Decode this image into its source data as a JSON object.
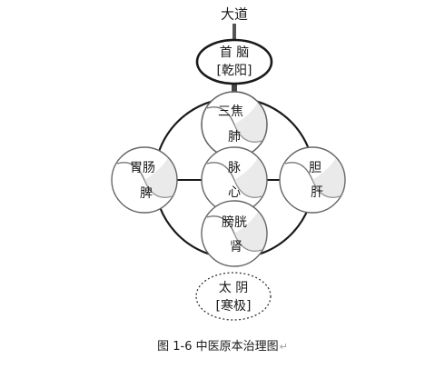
{
  "nodes": {
    "dadao": {
      "label": "大道"
    },
    "shounao": {
      "line1": "首 脑",
      "line2": "[乾阳]"
    },
    "sanjiao": {
      "line1": "三焦",
      "line2": "肺"
    },
    "weichang": {
      "line1": "胃肠",
      "line2": "脾"
    },
    "maixin": {
      "line1": "脉",
      "line2": "心"
    },
    "dangan": {
      "line1": "胆",
      "line2": "肝"
    },
    "pangguang": {
      "line1": "膀胱",
      "line2": "肾"
    },
    "taiyin": {
      "line1": "太 阴",
      "line2": "[寒极]"
    }
  },
  "caption": "图 1-6 中医原本治理图",
  "caption_mark": "↵",
  "colors": {
    "stroke": "#1a1a1a",
    "connector": "#333333"
  }
}
